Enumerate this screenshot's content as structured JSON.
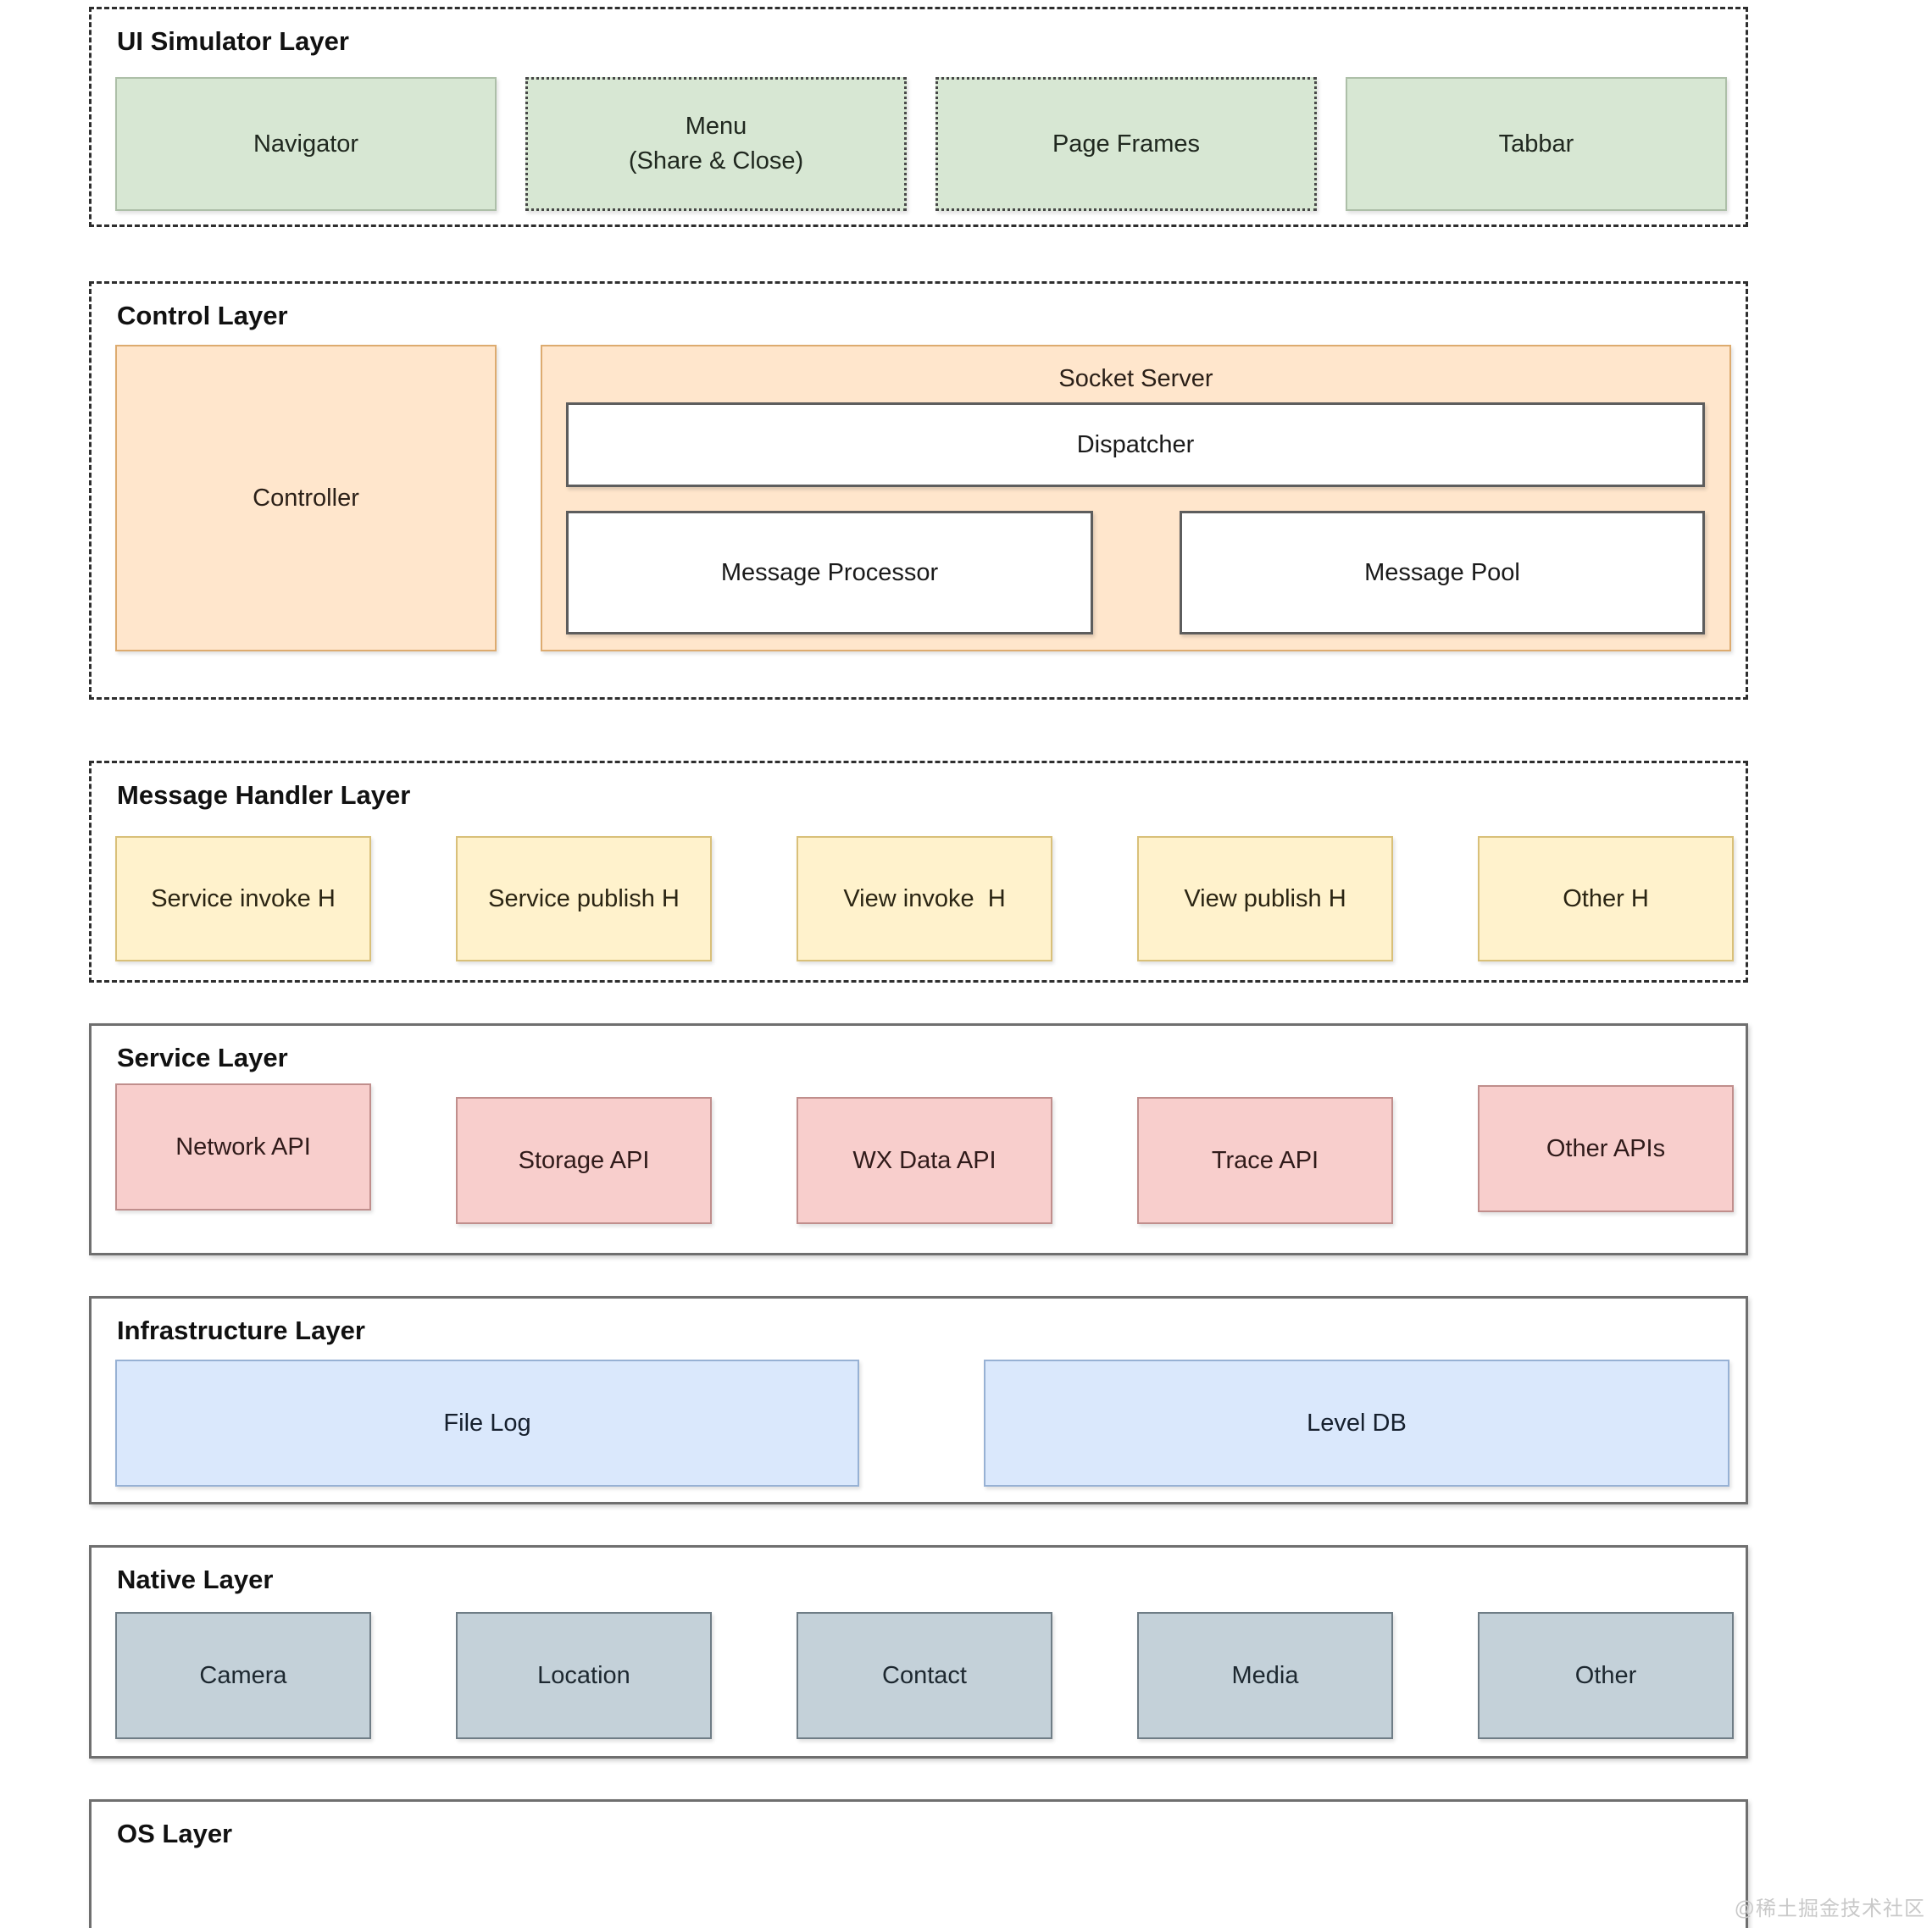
{
  "palette": {
    "green_fill": "#d7e7d3",
    "orange_fill": "#ffe6cc",
    "yellow_fill": "#fff2cc",
    "pink_fill": "#f8cecc",
    "blue_fill": "#dae8fc",
    "gray_fill": "#c4d1d9",
    "dashed_border": "#2e2e2e",
    "solid_border": "#6f6f6f"
  },
  "layers": {
    "ui_simulator": {
      "title": "UI Simulator Layer",
      "boxes": [
        "Navigator",
        "Menu\n(Share & Close)",
        "Page Frames",
        "Tabbar"
      ]
    },
    "control": {
      "title": "Control Layer",
      "controller": "Controller",
      "socket_server": {
        "title": "Socket Server",
        "dispatcher": "Dispatcher",
        "message_processor": "Message Processor",
        "message_pool": "Message Pool"
      }
    },
    "message_handler": {
      "title": "Message Handler Layer",
      "boxes": [
        "Service invoke H",
        "Service publish H",
        "View invoke  H",
        "View publish H",
        "Other H"
      ]
    },
    "service": {
      "title": "Service Layer",
      "boxes": [
        "Network API",
        "Storage API",
        "WX Data API",
        "Trace API",
        "Other APIs"
      ]
    },
    "infrastructure": {
      "title": "Infrastructure Layer",
      "boxes": [
        "File Log",
        "Level DB"
      ]
    },
    "native": {
      "title": "Native Layer",
      "boxes": [
        "Camera",
        "Location",
        "Contact",
        "Media",
        "Other"
      ]
    },
    "os": {
      "title": "OS Layer"
    }
  },
  "watermark": "@稀土掘金技术社区"
}
